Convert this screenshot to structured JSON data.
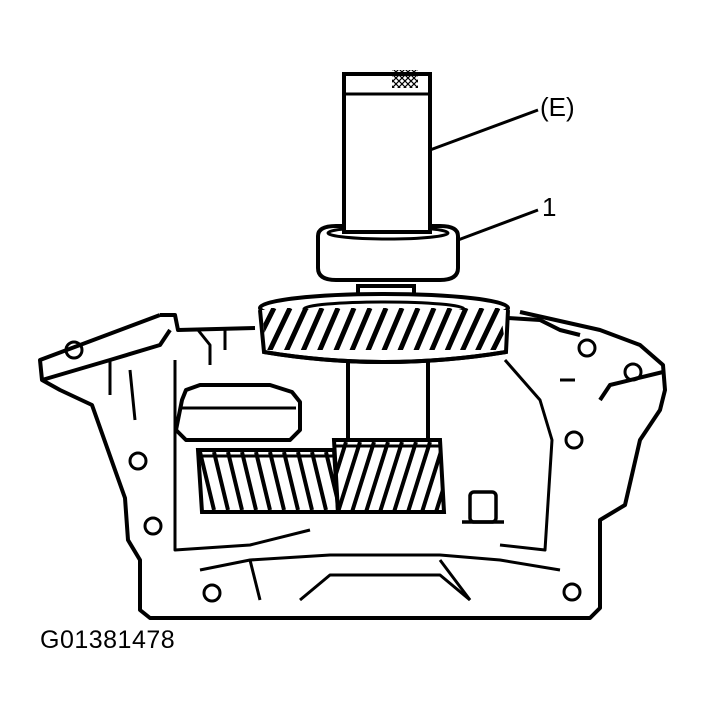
{
  "callouts": {
    "tool_label": "(E)",
    "part_label": "1"
  },
  "figure_id": "G01381478",
  "colors": {
    "ink": "#000000",
    "background": "#ffffff"
  }
}
